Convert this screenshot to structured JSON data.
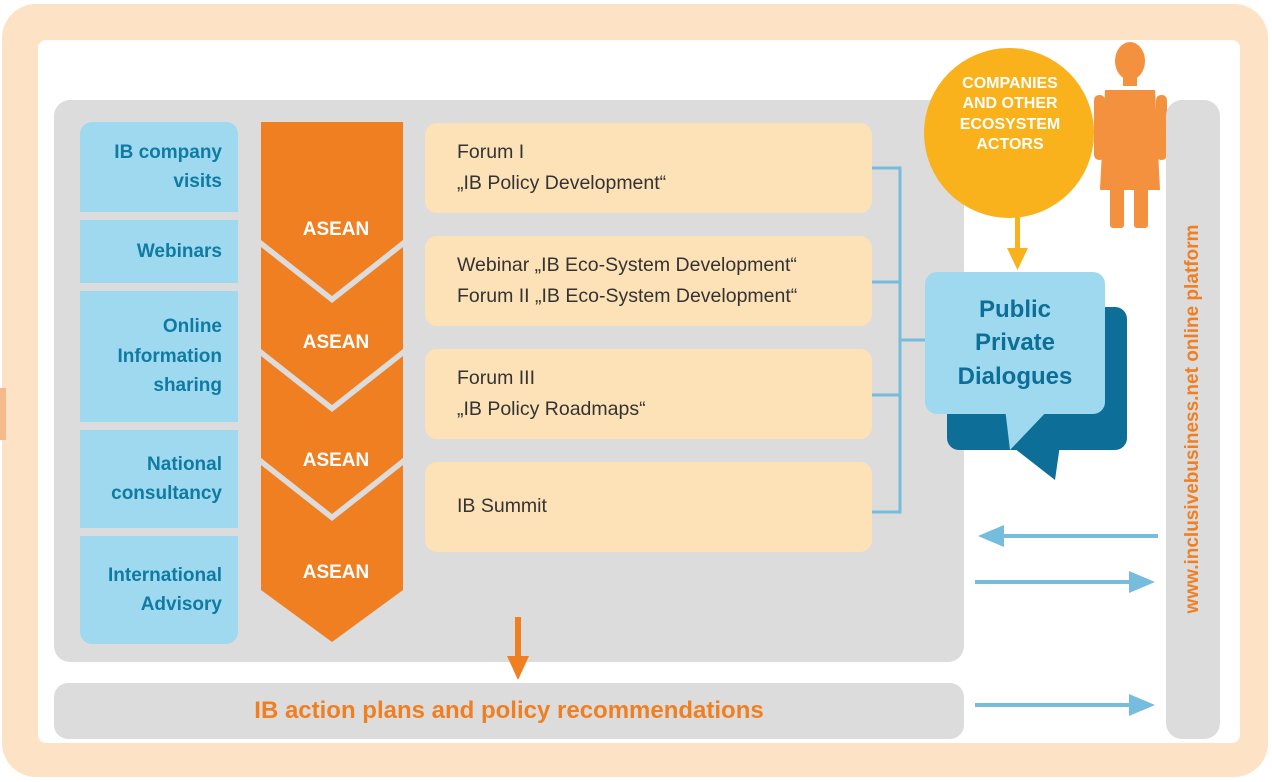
{
  "activities": [
    {
      "label": "IB company\nvisits"
    },
    {
      "label": "Webinars"
    },
    {
      "label": "Online\nInformation\nsharing"
    },
    {
      "label": "National\nconsultancy"
    },
    {
      "label": "International\nAdvisory"
    }
  ],
  "asean_labels": [
    "ASEAN",
    "ASEAN",
    "ASEAN",
    "ASEAN"
  ],
  "forums": [
    {
      "line1": "Forum I",
      "line2": "„IB Policy Development“"
    },
    {
      "line1": "Webinar  „IB Eco-System Development“",
      "line2": "Forum II „IB Eco-System Development“"
    },
    {
      "line1": "Forum III",
      "line2": "„IB Policy Roadmaps“"
    },
    {
      "line1": "IB Summit",
      "line2": ""
    }
  ],
  "public_private_dialogues": "Public\nPrivate\nDialogues",
  "companies_actors": "COMPANIES\nAND OTHER\nECOSYSTEM\nACTORS",
  "result": "IB action plans and policy recommendations",
  "platform": "www.inclusivebusiness.net online platform",
  "colors": {
    "orange": "#f07f22",
    "light_blue": "#9fd9ef",
    "dark_blue": "#0d6f97",
    "peach": "#fde2c6",
    "yellow": "#f9b21b",
    "arrow_blue": "#76bcdc"
  }
}
